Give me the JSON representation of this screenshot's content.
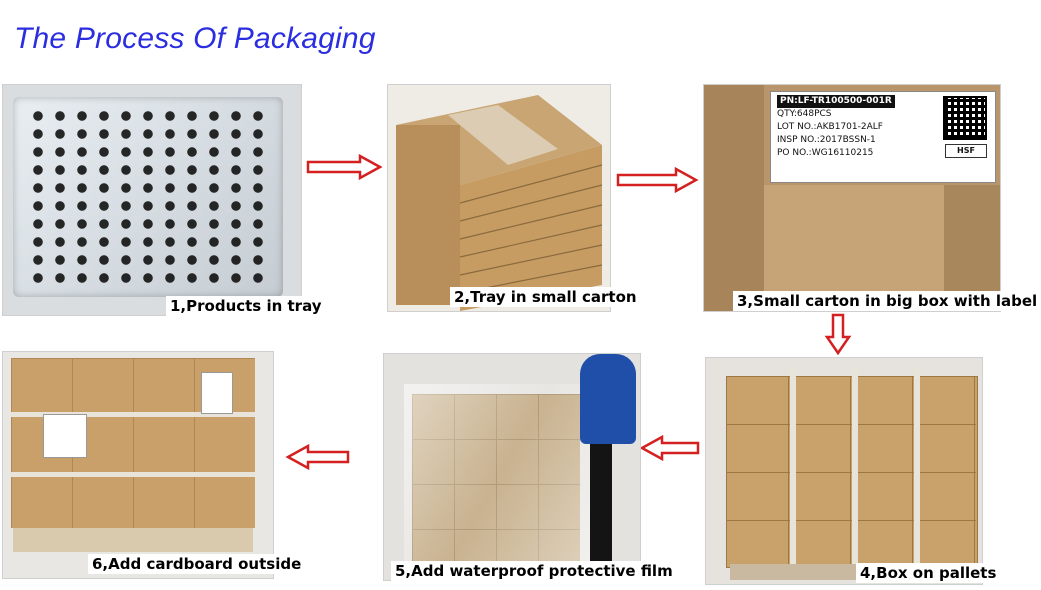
{
  "title": "The Process Of Packaging",
  "steps": [
    {
      "caption": "1,Products in tray"
    },
    {
      "caption": "2,Tray in small carton"
    },
    {
      "caption": "3,Small carton in big box with label"
    },
    {
      "caption": "4,Box on pallets"
    },
    {
      "caption": "5,Add waterproof protective film"
    },
    {
      "caption": "6,Add cardboard outside"
    }
  ],
  "label": {
    "pn": "PN:LF-TR100500-001R",
    "qty": "QTY:648PCS",
    "lot": "LOT NO.:AKB1701-2ALF",
    "insp": "INSP NO.:2017BSSN-1",
    "po": "PO NO.:WG16110215",
    "brand": "HSF"
  },
  "colors": {
    "title": "#2a2de0",
    "arrow_fill": "#ffffff",
    "arrow_stroke": "#d42020"
  }
}
